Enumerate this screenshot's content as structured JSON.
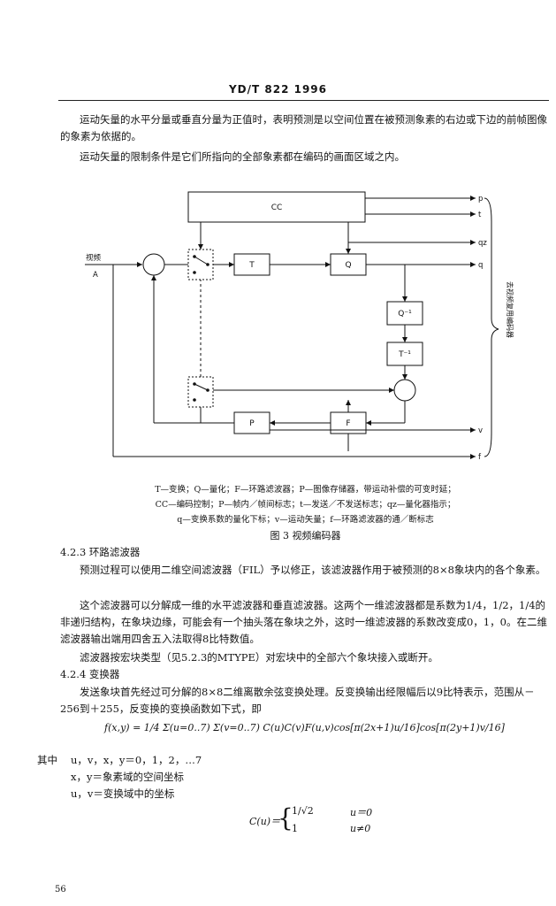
{
  "header": "YD/T 822  1996",
  "intro": {
    "para1": "运动矢量的水平分量或垂直分量为正值时，表明预测是以空间位置在被预测象素的右边或下边的前帧图像的象素为依据的。",
    "para2": "运动矢量的限制条件是它们所指向的全部象素都在编码的画面区域之内。"
  },
  "figure": {
    "blocks": {
      "cc": "CC",
      "t": "T",
      "q": "Q",
      "qinv": "Q⁻¹",
      "tinv": "T⁻¹",
      "p": "P",
      "f": "F"
    },
    "input_label": "视频",
    "input_letter": "A",
    "outputs": [
      "p",
      "t",
      "qz",
      "q",
      "v",
      "f"
    ],
    "bracket_label": "去视频复用编码器",
    "legend1": "T—变换；Q—量化；F—环路滤波器；P—图像存储器，带运动补偿的可变时延；",
    "legend2": "CC—编码控制；P—帧内／帧间标志；t—发送／不发送标志；qz—量化器指示；",
    "legend3": "q—变换系数的量化下标；v—运动矢量；f—环路滤波器的通／断标志",
    "caption": "图 3  视频编码器"
  },
  "s423": {
    "heading": "4.2.3  环路滤波器",
    "p1": "预测过程可以使用二维空间滤波器（FIL）予以修正，该滤波器作用于被预测的8×8象块内的各个象素。",
    "p2": "这个滤波器可以分解成一维的水平滤波器和垂直滤波器。这两个一维滤波器都是系数为1/4，1/2，1/4的非递归结构，在象块边缘，可能会有一个抽头落在象块之外，这时一维滤波器的系数改变成0，1，0。在二维滤波器输出端用四舍五入法取得8比特数值。",
    "p3": "滤波器按宏块类型（见5.2.3的MTYPE）对宏块中的全部六个象块接入或断开。"
  },
  "s424": {
    "heading": "4.2.4  变换器",
    "p1": "发送象块首先经过可分解的8×8二维离散余弦变换处理。反变换输出经限幅后以9比特表示，范围从－256到＋255，反变换的变换函数如下式，即",
    "formula": "f(x,y) = 1/4 Σ(u=0..7) Σ(v=0..7) C(u)C(v)F(u,v)cos[π(2x+1)u/16]cos[π(2y+1)v/16]",
    "where_label": "其中",
    "where1": "u，v，x，y＝0，1，2，…7",
    "where2": "x，y＝象素域的空间坐标",
    "where3": "u，v＝变换域中的坐标",
    "cu_lhs": "C(u)＝",
    "cu_case1_value": "1/√2",
    "cu_case1_cond": "u＝0",
    "cu_case2_value": "1",
    "cu_case2_cond": "u≠0"
  },
  "page_number": "56"
}
